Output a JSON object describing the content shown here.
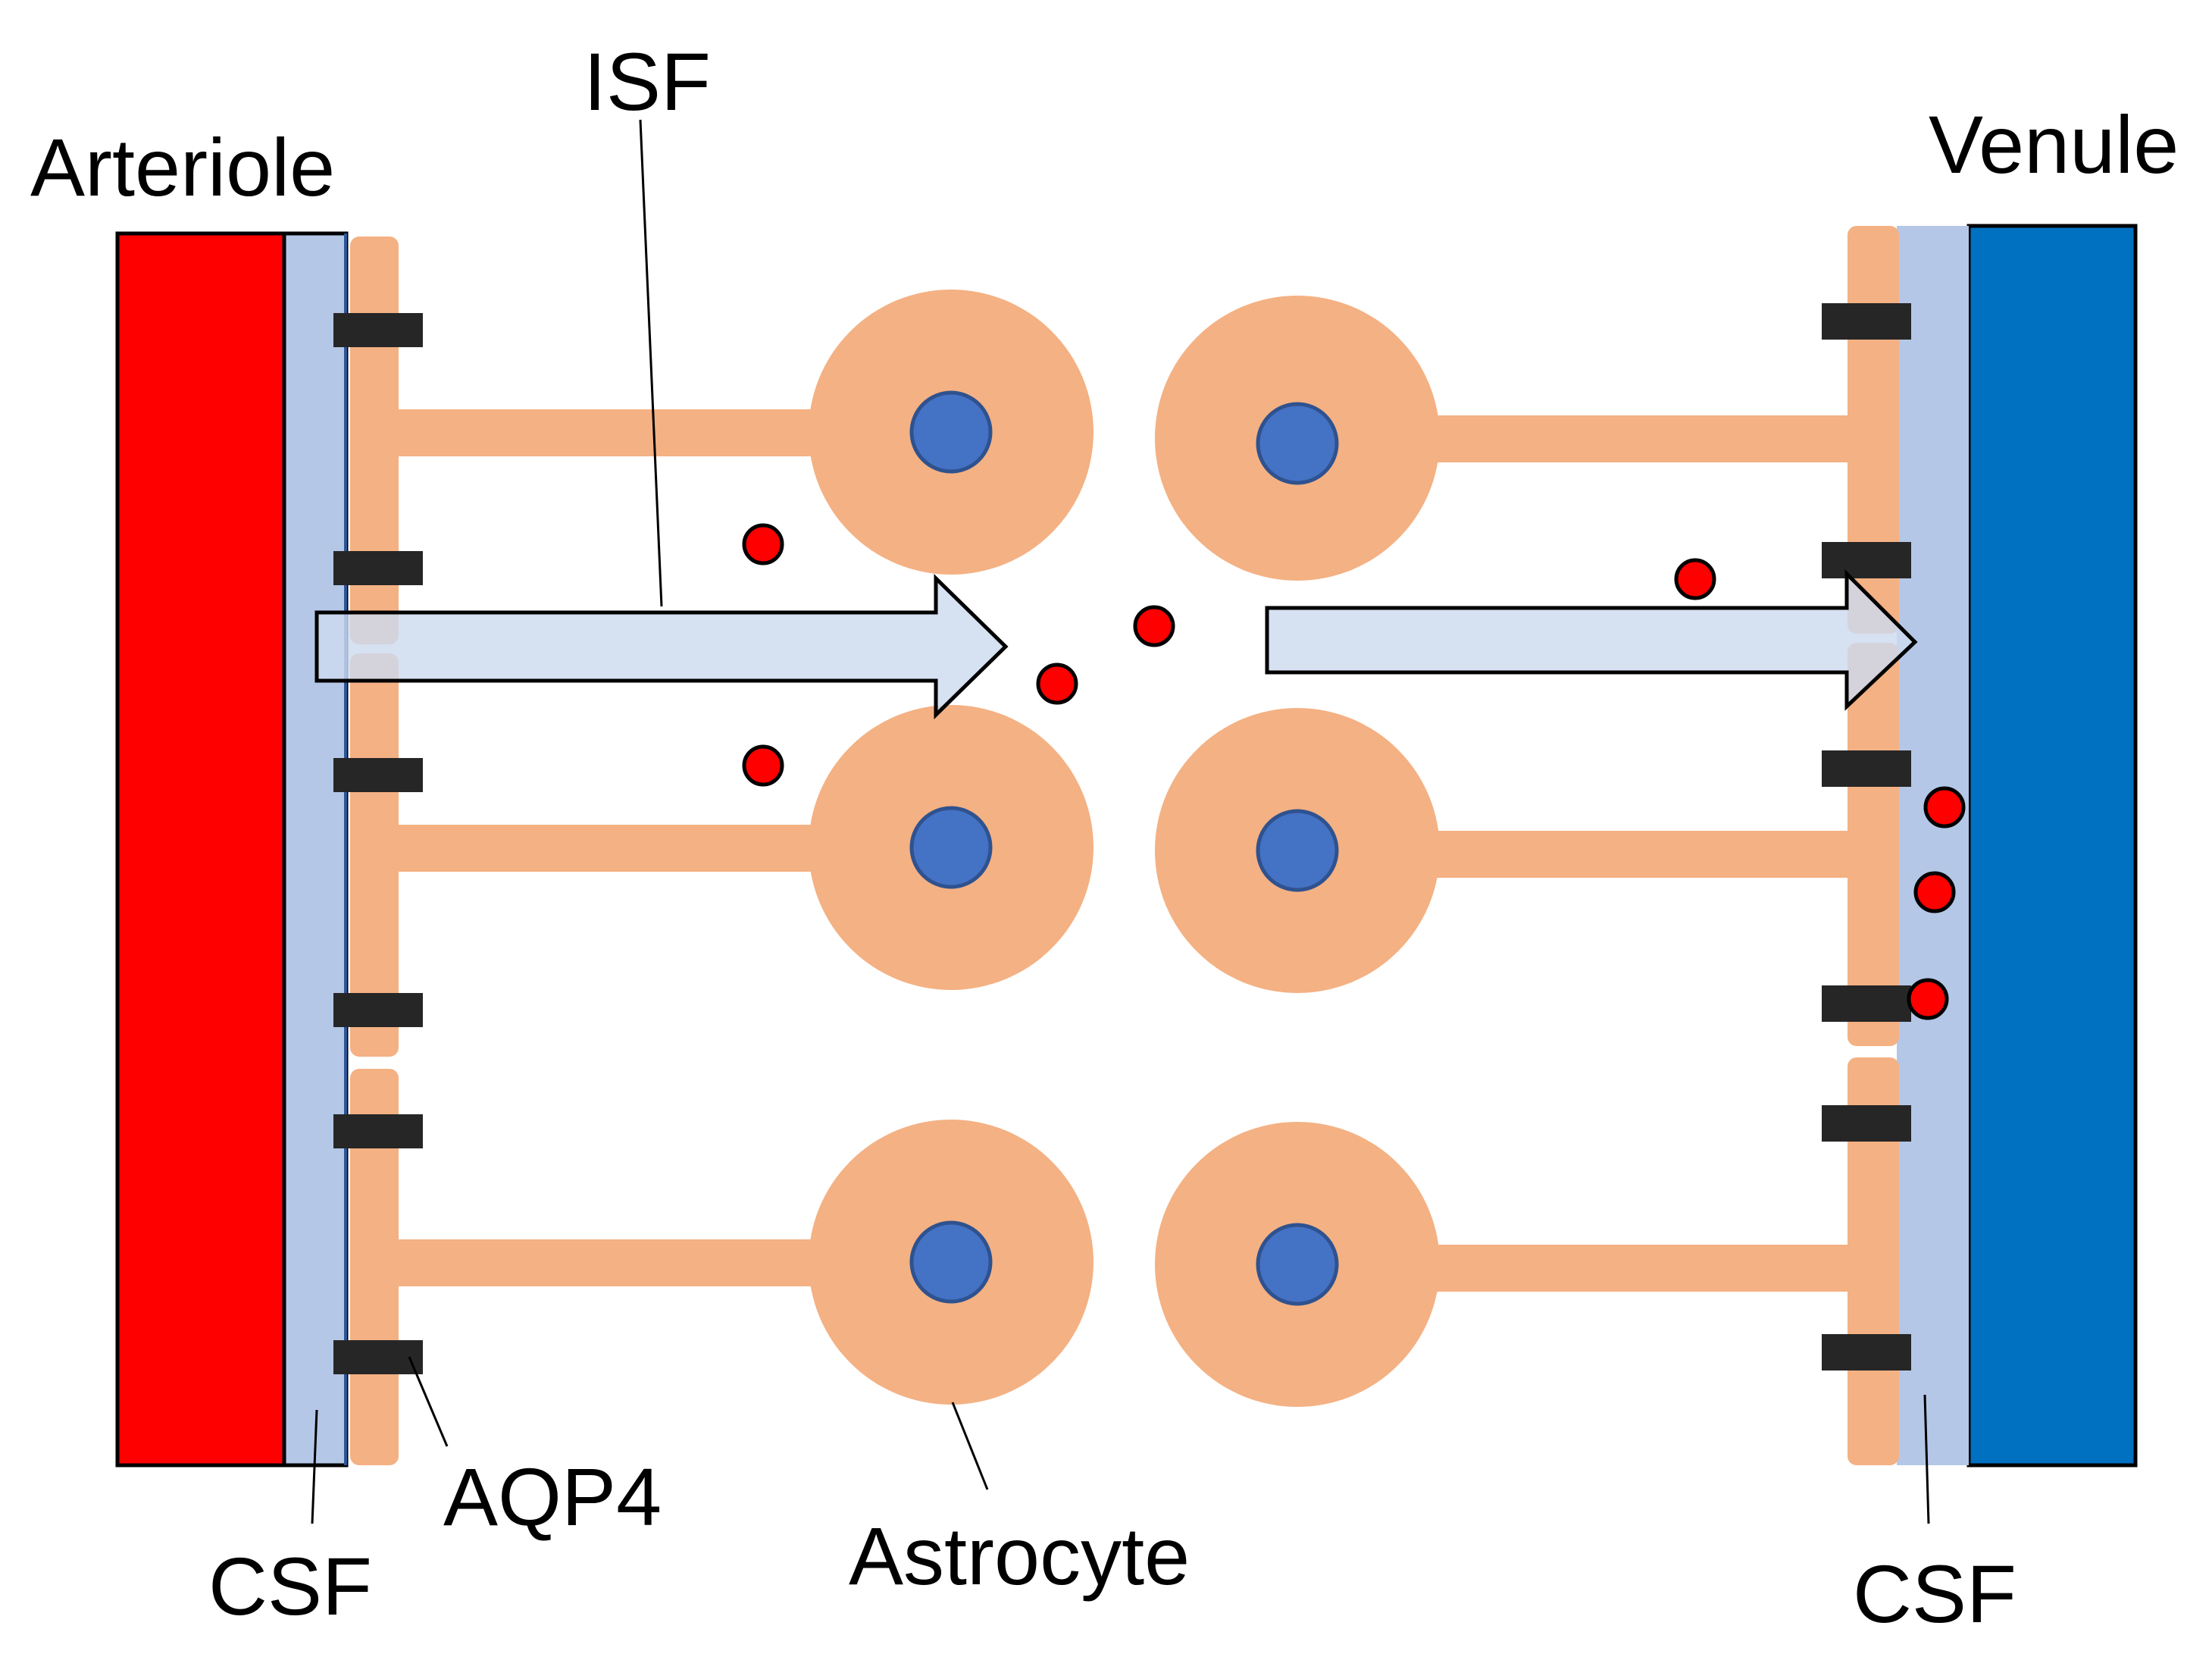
{
  "labels": {
    "arteriole": "Arteriole",
    "venule": "Venule",
    "isf": "ISF",
    "csf_left": "CSF",
    "csf_right": "CSF",
    "aqp4": "AQP4",
    "astrocyte": "Astrocyte"
  },
  "colors": {
    "arteriole": "#FF0000",
    "venule": "#0070C0",
    "csf_space": "#B4C7E7",
    "astrocyte": "#F4B183",
    "nucleus": "#4472C4",
    "aqp4_channel": "#262626",
    "particle": "#FF0000",
    "flow_arrow": "#CDDAEF"
  }
}
